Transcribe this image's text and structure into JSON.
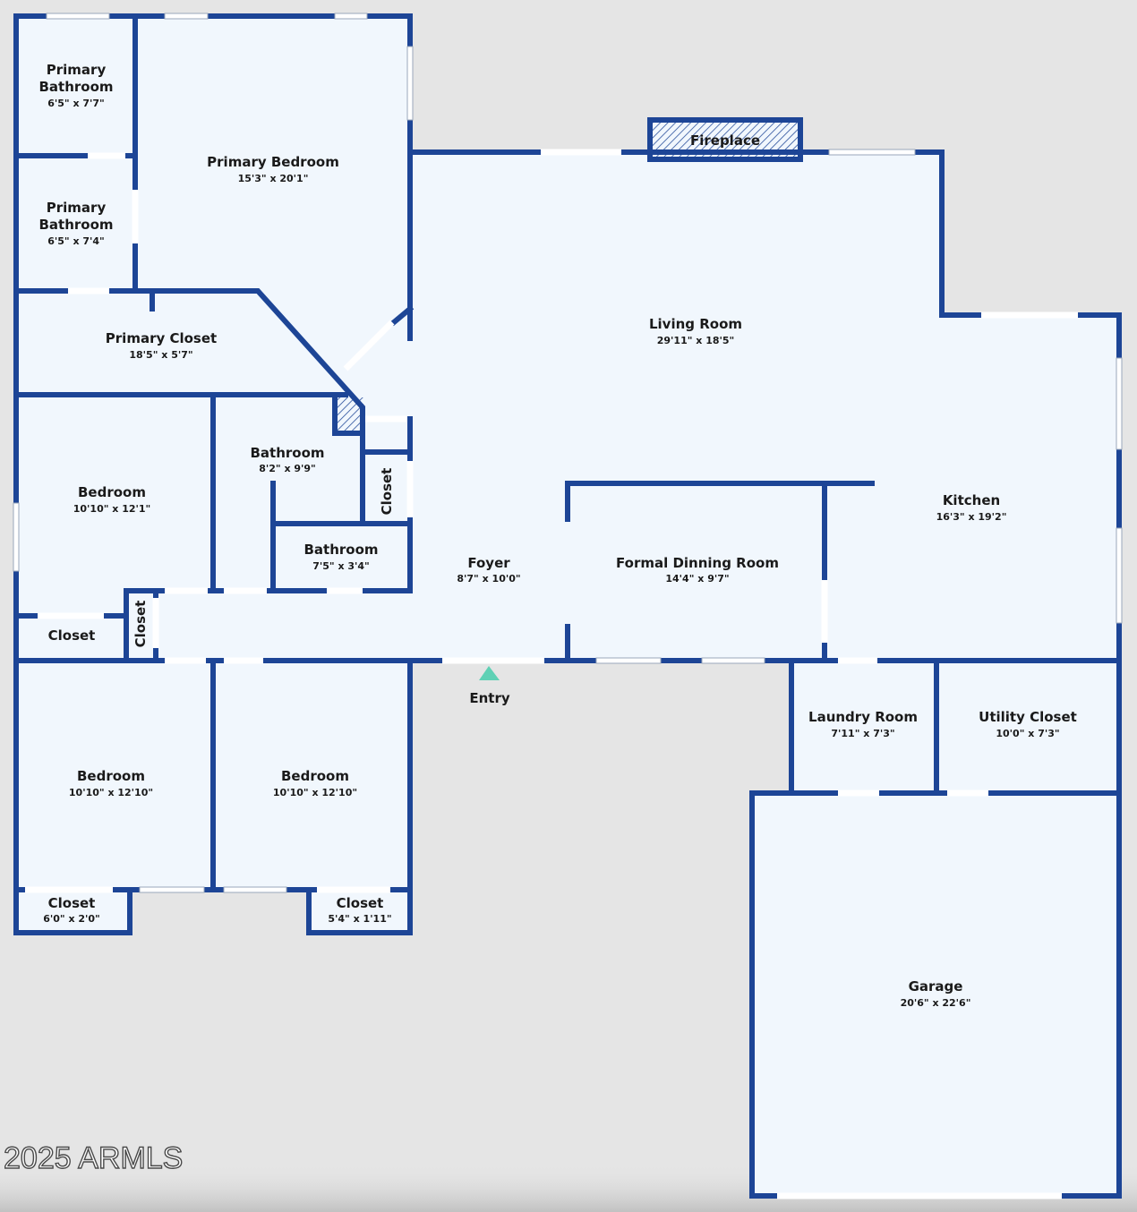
{
  "plan": {
    "colors": {
      "wall": "#1d4596",
      "floor": "#f1f7fd",
      "background": "#e5e5e5",
      "entry_marker": "#5fd1b5",
      "fireplace_hatch": "#1d4596"
    },
    "rooms": {
      "primary_bathroom_1": {
        "name_lines": [
          "Primary",
          "Bathroom"
        ],
        "dims": "6'5\" x 7'7\""
      },
      "primary_bathroom_2": {
        "name_lines": [
          "Primary",
          "Bathroom"
        ],
        "dims": "6'5\" x 7'4\""
      },
      "primary_bedroom": {
        "name": "Primary Bedroom",
        "dims": "15'3\" x 20'1\""
      },
      "primary_closet": {
        "name": "Primary Closet",
        "dims": "18'5\" x 5'7\""
      },
      "fireplace": {
        "name": "Fireplace"
      },
      "living_room": {
        "name": "Living Room",
        "dims": "29'11\" x 18'5\""
      },
      "bedroom_1": {
        "name": "Bedroom",
        "dims": "10'10\" x 12'1\""
      },
      "bathroom_1": {
        "name": "Bathroom",
        "dims": "8'2\" x 9'9\""
      },
      "closet_vertical_1": {
        "name": "Closet"
      },
      "bathroom_2": {
        "name": "Bathroom",
        "dims": "7'5\" x 3'4\""
      },
      "kitchen": {
        "name": "Kitchen",
        "dims": "16'3\" x 19'2\""
      },
      "foyer": {
        "name": "Foyer",
        "dims": "8'7\" x 10'0\""
      },
      "formal_dining": {
        "name": "Formal Dinning Room",
        "dims": "14'4\" x 9'7\""
      },
      "closet_small": {
        "name": "Closet"
      },
      "closet_vertical_2": {
        "name": "Closet"
      },
      "bedroom_2": {
        "name": "Bedroom",
        "dims": "10'10\" x 12'10\""
      },
      "bedroom_3": {
        "name": "Bedroom",
        "dims": "10'10\" x 12'10\""
      },
      "closet_b2": {
        "name": "Closet",
        "dims": "6'0\" x 2'0\""
      },
      "closet_b3": {
        "name": "Closet",
        "dims": "5'4\" x 1'11\""
      },
      "laundry": {
        "name": "Laundry Room",
        "dims": "7'11\" x 7'3\""
      },
      "utility_closet": {
        "name": "Utility Closet",
        "dims": "10'0\" x 7'3\""
      },
      "garage": {
        "name": "Garage",
        "dims": "20'6\" x 22'6\""
      }
    },
    "entry_label": "Entry",
    "copyright": "2025 ARMLS"
  }
}
